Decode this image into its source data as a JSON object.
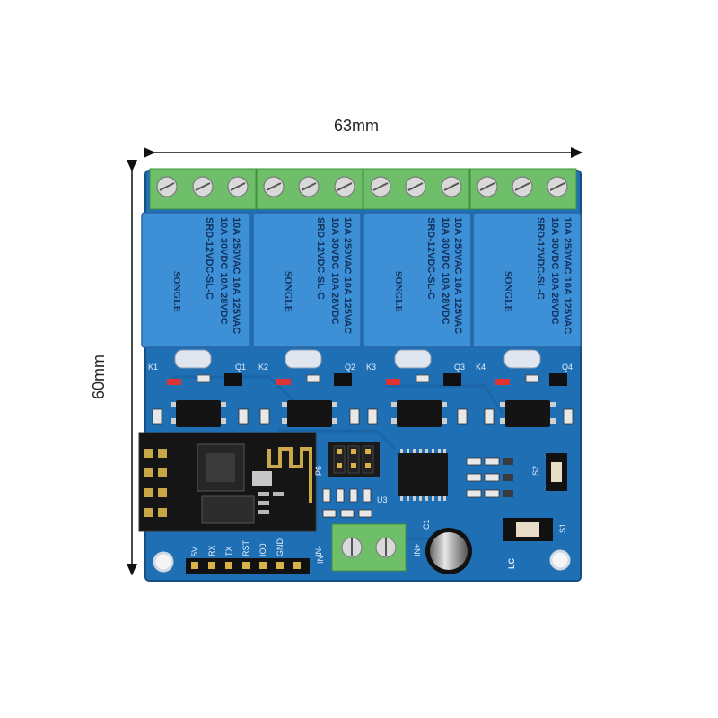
{
  "dimensions": {
    "width_label": "63mm",
    "height_label": "60mm"
  },
  "relays": [
    {
      "line1": "10A 250VAC  10A 125VAC",
      "line2": "10A 30VDC  10A 28VDC",
      "model": "SRD-12VDC-SL-C",
      "brand": "SONGLE"
    },
    {
      "line1": "10A 250VAC  10A 125VAC",
      "line2": "10A 30VDC  10A 28VDC",
      "model": "SRD-12VDC-SL-C",
      "brand": "SONGLE"
    },
    {
      "line1": "10A 250VAC  10A 125VAC",
      "line2": "10A 30VDC  10A 28VDC",
      "model": "SRD-12VDC-SL-C",
      "brand": "SONGLE"
    },
    {
      "line1": "10A 250VAC  10A 125VAC",
      "line2": "10A 30VDC  10A 28VDC",
      "model": "SRD-12VDC-SL-C",
      "brand": "SONGLE"
    }
  ],
  "silkscreen": {
    "pins": [
      "5V",
      "RX",
      "TX",
      "RST",
      "IO0",
      "GND",
      "IN-"
    ],
    "power_in_plus": "IN+",
    "power_in_minus": "IN-",
    "cap": "C1",
    "switch1": "S1",
    "switch2": "S2",
    "lc": "LC",
    "jumper": "P6",
    "u3": "U3",
    "q_labels": [
      "Q1",
      "Q2",
      "Q3",
      "Q4"
    ],
    "k_labels": [
      "K1",
      "K2",
      "K3",
      "K4"
    ]
  },
  "colors": {
    "pcb": "#1f6fb5",
    "terminal": "#6fbf6a",
    "relay": "#3d8fd6",
    "background": "#ffffff"
  }
}
